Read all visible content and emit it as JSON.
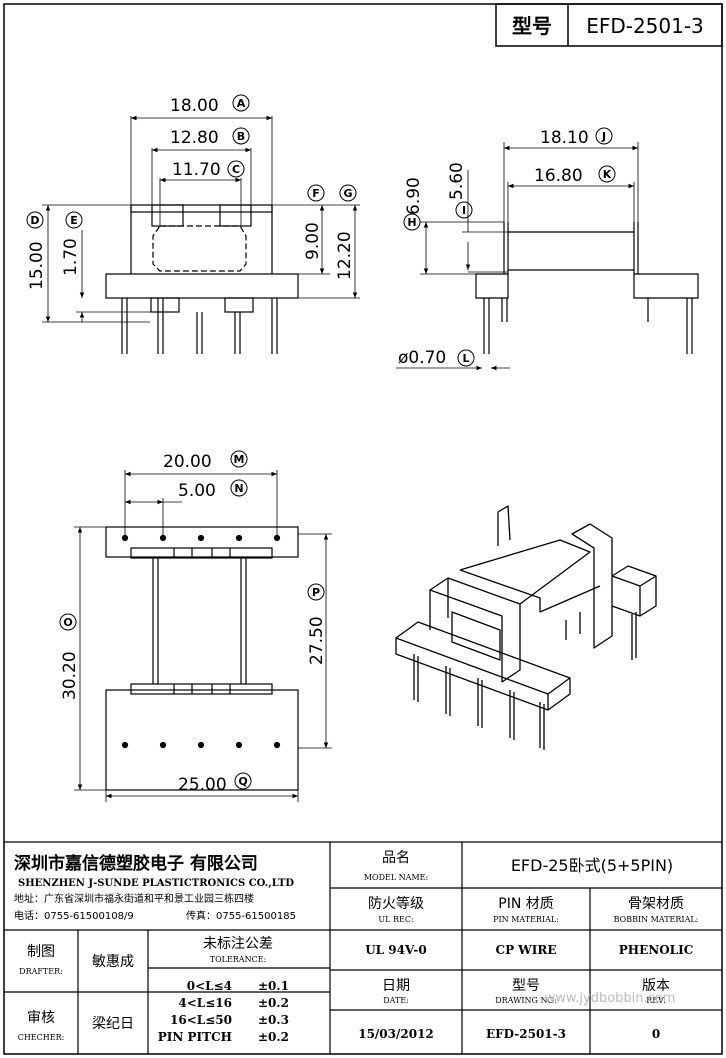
{
  "header": {
    "model_label": "型号",
    "model_value": "EFD-2501-3"
  },
  "dims": {
    "A": "18.00",
    "B": "12.80",
    "C": "11.70",
    "D": "15.00",
    "E": "1.70",
    "F": "9.00",
    "G": "12.20",
    "H": "6.90",
    "I": "5.60",
    "J": "18.10",
    "K": "16.80",
    "L": "ø0.70",
    "M": "20.00",
    "N": "5.00",
    "O": "30.20",
    "P": "27.50",
    "Q": "25.00"
  },
  "title_block": {
    "company_cn": "深圳市嘉信德塑胶电子 有限公司",
    "company_en": "SHENZHEN J-SUNDE PLASTICTRONICS CO.,LTD",
    "address": "地址：广东省深圳市福永街道和平和景工业园三栋四楼",
    "phone": "电话：0755-61500108/9",
    "fax": "传真：0755-61500185",
    "model_name_cn": "品名",
    "model_name_en": "MODEL NAME:",
    "model_name_value": "EFD-25卧式(5+5PIN)",
    "ul_rec_cn": "防火等级",
    "ul_rec_en": "UL REC:",
    "ul_rec_value": "UL 94V-0",
    "pin_material_cn": "PIN 材质",
    "pin_material_en": "PIN MATERIAL:",
    "pin_material_value": "CP WIRE",
    "bobbin_material_cn": "骨架材质",
    "bobbin_material_en": "BOBBIN MATERIAL:",
    "bobbin_material_value": "PHENOLIC",
    "drafter_cn": "制图",
    "drafter_en": "DRAFTER:",
    "drafter_value": "敏惠成",
    "checker_cn": "审核",
    "checker_en": "CHECHER:",
    "checker_value": "梁纪日",
    "tolerance_cn": "未标注公差",
    "tolerance_en": "TOLERANCE:",
    "tolerances": [
      {
        "range": "0<L≤4",
        "value": "±0.1"
      },
      {
        "range": "4<L≤16",
        "value": "±0.2"
      },
      {
        "range": "16<L≤50",
        "value": "±0.3"
      },
      {
        "range": "PIN PITCH",
        "value": "±0.2"
      }
    ],
    "date_cn": "日期",
    "date_en": "DATE:",
    "date_value": "15/03/2012",
    "drawing_no_cn": "型号",
    "drawing_no_en": "DRAWING NO:",
    "drawing_no_value": "EFD-2501-3",
    "rev_cn": "版本",
    "rev_en": "REV:",
    "rev_value": "0",
    "watermark": "www.jydbobbin.com"
  }
}
